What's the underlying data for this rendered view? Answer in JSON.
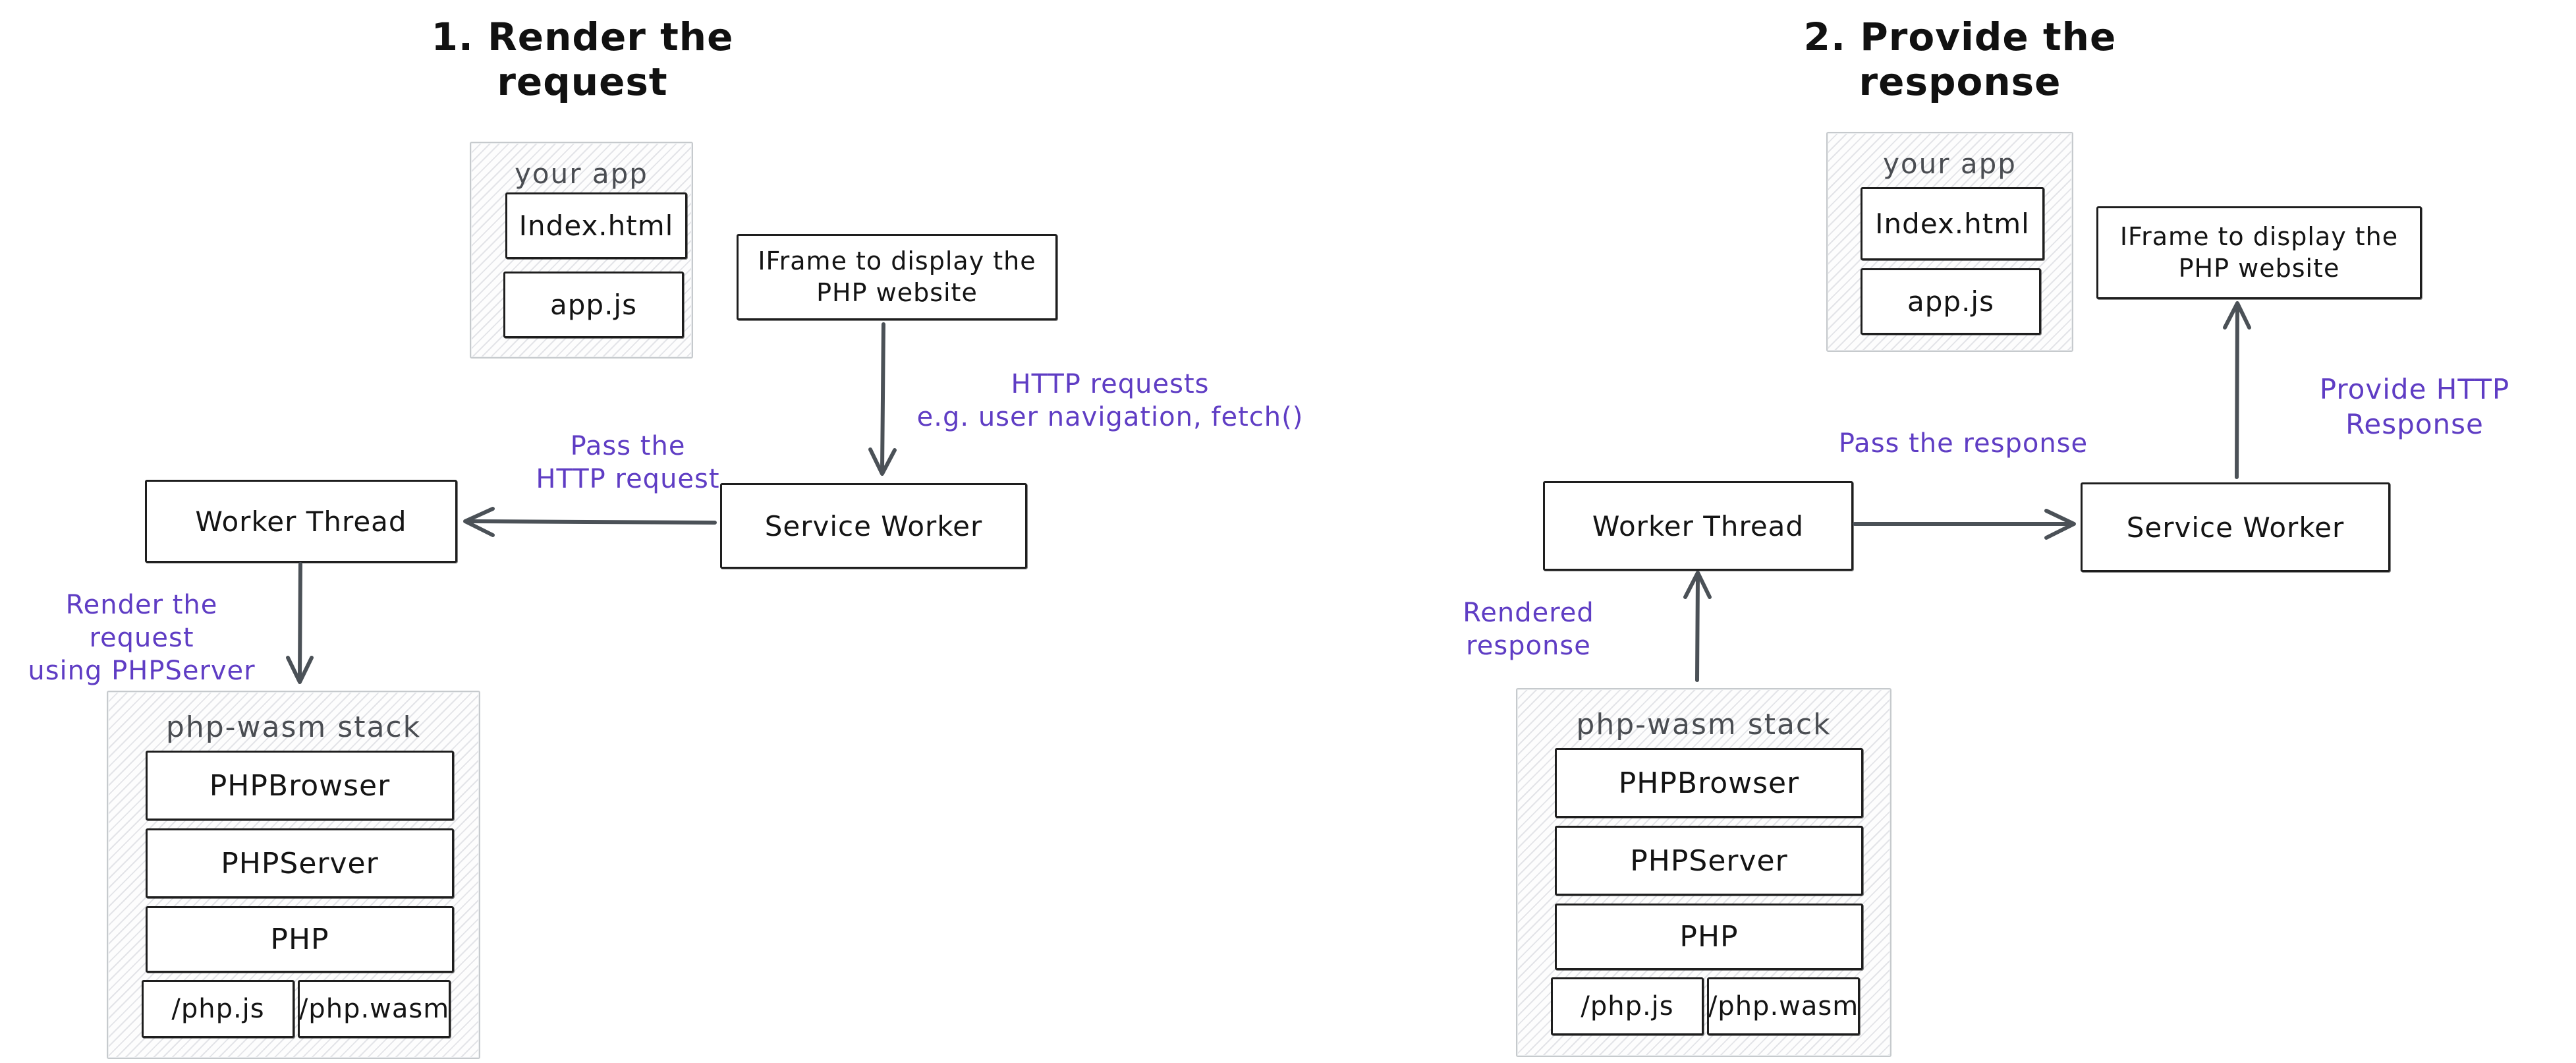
{
  "colors": {
    "ink": "#1e1e1e",
    "annotation_purple": "#5f3dc4",
    "container_title_gray": "#4a4d52",
    "arrow_gray": "#4b5157",
    "container_border": "#c6cacd"
  },
  "left": {
    "title": "1. Render the request",
    "your_app": {
      "title": "your app",
      "files": [
        "Index.html",
        "app.js"
      ]
    },
    "iframe_box": "IFrame to display the PHP website",
    "service_worker": "Service Worker",
    "worker_thread": "Worker Thread",
    "annotations": {
      "http_requests": "HTTP requests\ne.g. user navigation, fetch()",
      "pass_request": "Pass the\nHTTP request",
      "render_request": "Render the request\nusing PHPServer"
    },
    "stack": {
      "title": "php-wasm stack",
      "layers": [
        "PHPBrowser",
        "PHPServer",
        "PHP"
      ],
      "files": [
        "/php.js",
        "/php.wasm"
      ]
    }
  },
  "right": {
    "title": "2. Provide the response",
    "your_app": {
      "title": "your app",
      "files": [
        "Index.html",
        "app.js"
      ]
    },
    "iframe_box": "IFrame to display the PHP website",
    "service_worker": "Service Worker",
    "worker_thread": "Worker Thread",
    "annotations": {
      "provide_response": "Provide HTTP Response",
      "pass_response": "Pass the response",
      "rendered_response": "Rendered response"
    },
    "stack": {
      "title": "php-wasm stack",
      "layers": [
        "PHPBrowser",
        "PHPServer",
        "PHP"
      ],
      "files": [
        "/php.js",
        "/php.wasm"
      ]
    }
  }
}
